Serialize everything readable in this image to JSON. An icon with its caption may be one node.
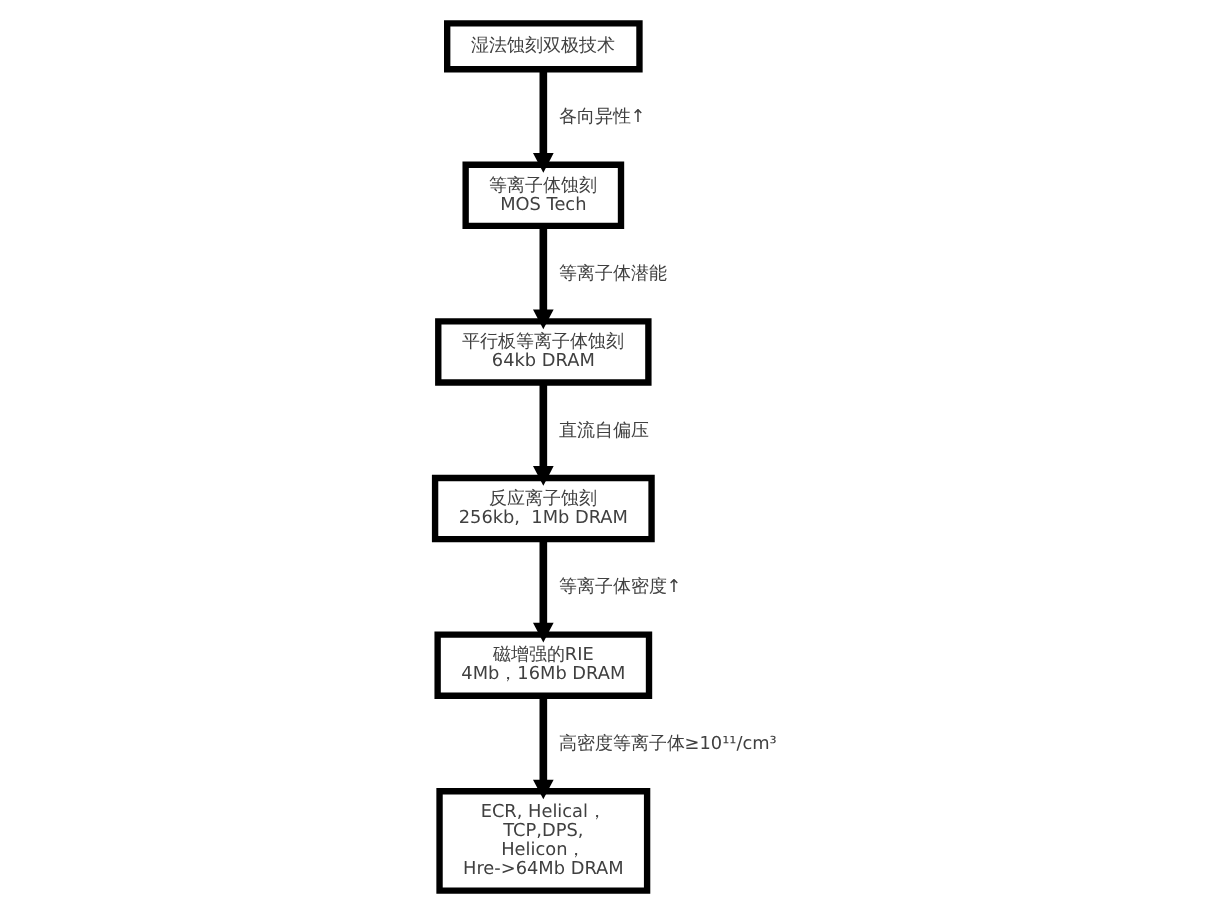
{
  "diagram": {
    "nodes": [
      {
        "text": [
          "湿法蚀刻双极技术"
        ]
      },
      {
        "text": [
          "等离子体蚀刻",
          "MOS Tech"
        ]
      },
      {
        "text": [
          "平行板等离子体蚀刻",
          "64kb DRAM"
        ]
      },
      {
        "text": [
          "反应离子蚀刻",
          "256kb,  1Mb DRAM"
        ]
      },
      {
        "text": [
          "磁增强的RIE",
          "4Mb，16Mb DRAM"
        ]
      },
      {
        "text": [
          "ECR, Helical， TCP,DPS, Helicon， Hre->64Mb DRAM"
        ]
      }
    ],
    "edges": [
      {
        "from": 0,
        "to": 1,
        "arrow": "to",
        "label": "各向异性↑"
      },
      {
        "from": 1,
        "to": 2,
        "arrow": "to",
        "label": "等离子体潜能"
      },
      {
        "from": 2,
        "to": 3,
        "arrow": "to",
        "label": "直流自偏压"
      },
      {
        "from": 3,
        "to": 4,
        "arrow": "to",
        "label": "等离子体密度↑"
      },
      {
        "from": 4,
        "to": 5,
        "arrow": "to",
        "label": "高密度等离子体≥10¹¹/cm³"
      }
    ]
  }
}
